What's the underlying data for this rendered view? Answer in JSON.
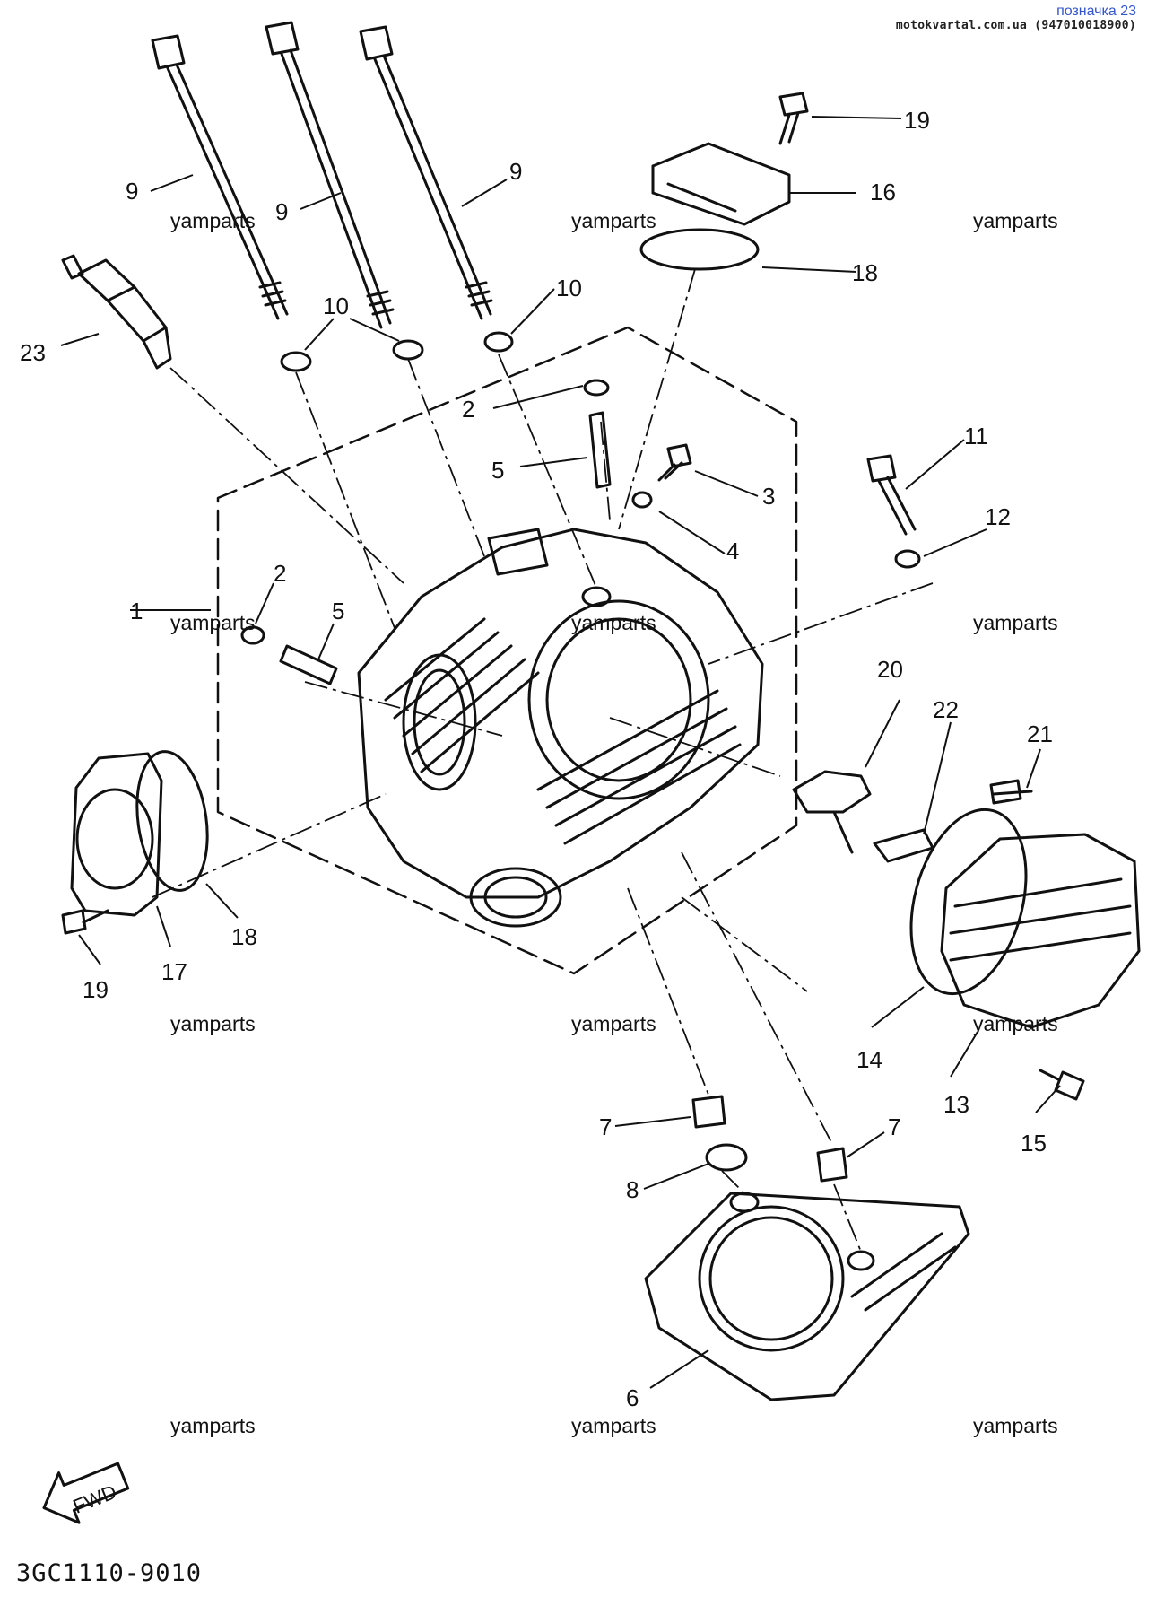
{
  "header": {
    "title": "позначка 23",
    "site": "motokvartal.com.ua (947010018900)"
  },
  "watermark_text": "yamparts",
  "watermarks": [
    "yamparts",
    "yamparts",
    "yamparts",
    "yamparts",
    "yamparts",
    "yamparts",
    "yamparts",
    "yamparts",
    "yamparts",
    "yamparts",
    "yamparts",
    "yamparts"
  ],
  "drawing_number": "3GC1110-9010",
  "fwd_label": "FWD",
  "callouts": {
    "c9a": "9",
    "c9b": "9",
    "c9c": "9",
    "c10a": "10",
    "c10b": "10",
    "c23": "23",
    "c2a": "2",
    "c2b": "2",
    "c5a": "5",
    "c5b": "5",
    "c3": "3",
    "c4": "4",
    "c1": "1",
    "c11": "11",
    "c12": "12",
    "c19a": "19",
    "c19b": "19",
    "c16": "16",
    "c18a": "18",
    "c18b": "18",
    "c20": "20",
    "c22": "22",
    "c21": "21",
    "c17": "17",
    "c14": "14",
    "c13": "13",
    "c15": "15",
    "c7a": "7",
    "c7b": "7",
    "c8": "8",
    "c6": "6"
  }
}
